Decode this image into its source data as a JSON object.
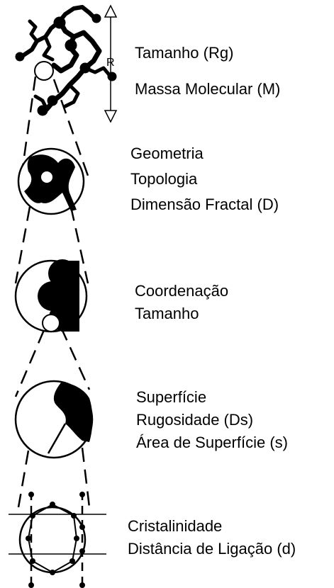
{
  "scale_arrow": {
    "label": "R"
  },
  "levels": [
    {
      "lines": [
        "Tamanho (Rg)",
        "Massa Molecular (M)"
      ]
    },
    {
      "lines": [
        "Geometria",
        "Topologia",
        "Dimensão Fractal (D)"
      ]
    },
    {
      "lines": [
        "Coordenação",
        "Tamanho"
      ]
    },
    {
      "lines": [
        "Superfície",
        "Rugosidade (Ds)",
        "Área de Superfície (s)"
      ]
    },
    {
      "lines": [
        "Cristalinidade",
        "Distância de Ligação (d)"
      ]
    }
  ],
  "colors": {
    "ink": "#000000",
    "background": "#ffffff"
  }
}
